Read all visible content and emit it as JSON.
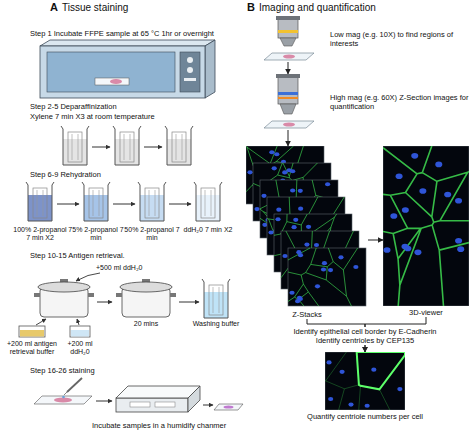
{
  "diagram": {
    "nodes": [
      {
        "text": [
          "Low mag (e.g. 10X) to find regions of interests"
        ]
      },
      {
        "text": [
          "High mag (e.g. 60X) Z-Section images for quantification"
        ]
      },
      {
        "text": [
          "Z-Stacks"
        ]
      },
      {
        "text": [
          "3D-viewer"
        ]
      },
      {
        "text": [
          "Quantify centriole numbers per cell"
        ]
      }
    ],
    "edges": [
      {
        "from": 0,
        "to": 1,
        "arrow": "to"
      },
      {
        "from": 1,
        "to": 2,
        "arrow": "to"
      },
      {
        "from": 2,
        "to": 3,
        "arrow": "to"
      },
      {
        "from": 2,
        "to": 4,
        "arrow": "to"
      },
      {
        "from": 3,
        "to": 4,
        "arrow": "to"
      }
    ],
    "labels": [
      "A",
      "Tissue staining",
      "B",
      "Imaging and quantification",
      "Step 1 Incubate FFPE sample at 65 °C 1hr or overnight",
      "Step 2-5 Deparaffinization",
      "Xylene 7 min X3 at room temperature",
      "Step 6-9 Rehydration",
      "100% 2-propanol 7 min X2",
      "75% 2-propanol 7 min",
      "50% 2-propanol 7 min",
      "ddH₂0 7 min X2",
      "Step 10-15 Antigen retrieval.",
      "+500 ml ddH₂0",
      "20 mins",
      "Washing buffer",
      "+200 ml antigen retrieval buffer",
      "+200 ml ddH₂0",
      "Step 16-26 staining",
      "Incubate samples in a humidify chanmer",
      "Identify epithelial cell border by E-Cadherin",
      "Identify centrioles by CEP135"
    ]
  }
}
